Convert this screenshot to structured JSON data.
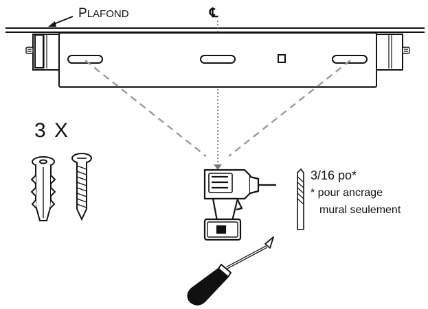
{
  "labels": {
    "ceiling_initial": "P",
    "ceiling_rest": "LAFOND",
    "centerline": "℄",
    "anchor_quantity": "3 X",
    "drill_bit_size": "3/16 po*",
    "note_line_1": "* pour ancrage",
    "note_line_2": "mural seulement"
  },
  "icons": [
    "ceiling-line",
    "mounting-bracket",
    "mounting-slot",
    "square-hole",
    "wall-anchor-icon",
    "screw-icon",
    "drill-icon",
    "drill-bit-icon",
    "screwdriver-icon"
  ],
  "colors": {
    "line": "#111111",
    "dash": "#9a9a9a",
    "background": "#ffffff"
  }
}
